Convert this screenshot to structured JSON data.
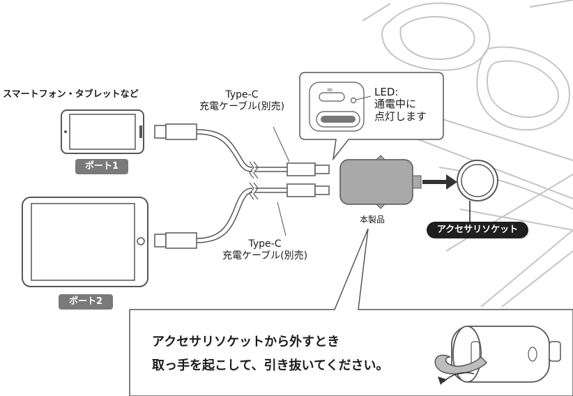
{
  "devices_title": "スマートフォン・タブレットなど",
  "port1_label": "ポート1",
  "port2_label": "ポート2",
  "cable_top": {
    "line1": "Type-C",
    "line2": "充電ケーブル(別売)"
  },
  "cable_bottom": {
    "line1": "Type-C",
    "line2": "充電ケーブル(別売)"
  },
  "led_callout": {
    "line1": "LED:",
    "line2": "通電中に",
    "line3": "点灯します",
    "pd_mark": "PD"
  },
  "product_label": "本製品",
  "socket_label": "アクセサリソケット",
  "removal_note": {
    "line1": "アクセサリソケットから外すとき",
    "line2": "取っ手を起こして、引き抜いてください。"
  },
  "colors": {
    "badge_gray": "#7a7a7a",
    "pill_black": "#1f1f1f",
    "line_gray": "#bdbdbd",
    "device_gray": "#c8c8c8"
  }
}
